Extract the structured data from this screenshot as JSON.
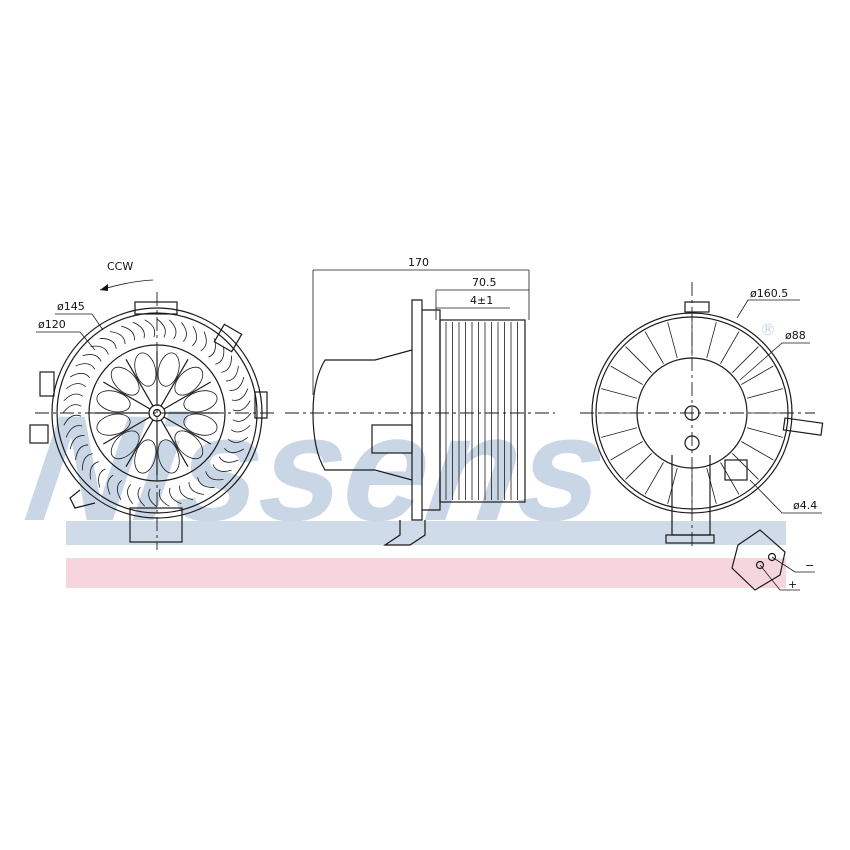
{
  "watermark": {
    "logo_text": "Nissens",
    "registered": "®",
    "color": "#c9d6e6"
  },
  "bands": {
    "blue": "#cfdbe8",
    "pink": "#f6d6dc"
  },
  "front_view": {
    "rotation": "CCW",
    "outer_diameter": "ø145",
    "inner_diameter": "ø120",
    "blade_count": 48,
    "hub_spokes": 12
  },
  "side_view": {
    "overall_length": "170",
    "wheel_length": "70.5",
    "gap": "4±1"
  },
  "rear_view": {
    "outer_diameter": "ø160.5",
    "inner_diameter": "ø88",
    "hole_diameter": "ø4.4"
  },
  "connector": {
    "minus": "−",
    "plus": "+"
  }
}
